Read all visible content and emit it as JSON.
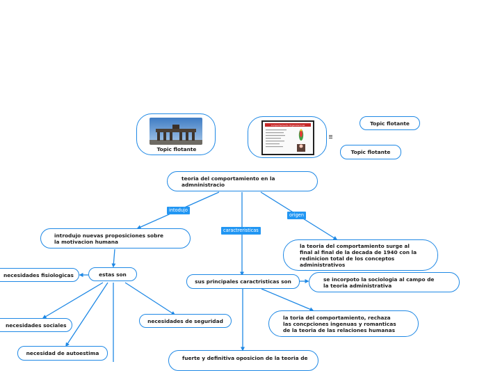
{
  "floating": {
    "image_topic_label": "Topic flotante",
    "topic_a": "Topic flotante",
    "topic_b": "Topic flotante",
    "note_icon": "notes-icon",
    "slide_title": "Comportamiento Organizacional"
  },
  "root": "teoria del comportamiento en la admninistracio",
  "edge_labels": {
    "intodujo": "intodujo",
    "caractreristicas": "caractreristicas",
    "origen": "origen"
  },
  "nodes": {
    "introdujo": "introdujo nuevas proposiciones sobre la motivacion humana",
    "estas_son": "estas son",
    "fisiologicas": "necesidades fisiologicas",
    "sociales": "necesidades sociales",
    "autoestima": "necesidad de autoestima",
    "seguridad": "necesidades de seguridad",
    "origen_text": "la teoria del comportamiento surge al final al final de la decada de 1940 con la redinicion total de los conceptos administrativos",
    "principales": "sus principales caractristicas son",
    "sociologia": "se incorpoto la sociologia al campo de la teoria administrativa",
    "rechaza": "la toria del comportamiento, rechaza las concpciones ingenuas y romanticas de la teoria de las relaciones humanas",
    "oposicion": "fuerte y definitiva oposicion de la teoria de"
  },
  "colors": {
    "accent": "#1e88e5",
    "label_bg": "#2196f3"
  }
}
